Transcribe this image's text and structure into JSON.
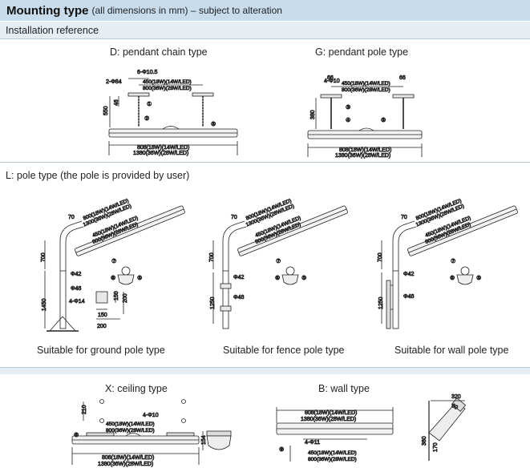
{
  "header": {
    "title": "Mounting type",
    "subtitle": "(all dimensions in mm) – subject to alteration"
  },
  "installation_reference": "Installation reference",
  "pendant_chain": {
    "title": "D: pendant chain type",
    "hole_size": "6-Φ10.5",
    "base_dia": "2-Φ84",
    "spacing_1": "450(18W)(14W/LED)",
    "spacing_2": "800(36W)(28W/LED)",
    "height_total": "550",
    "height_small": "46",
    "length_1": "808(18W)(14W/LED)",
    "length_2": "1380(36W)(28W/LED)",
    "markers": [
      "①",
      "②",
      "⑤"
    ]
  },
  "pendant_pole": {
    "title": "G: pendant pole type",
    "hole_size": "4-Φ10",
    "dim_a": "66",
    "dim_b": "66",
    "spacing_1": "450(18W)(14W/LED)",
    "spacing_2": "800(36W)(28W/LED)",
    "height": "380",
    "length_1": "808(18W)(14W/LED)",
    "length_2": "1380(36W)(28W/LED)",
    "markers": [
      "③",
      "④",
      "⑤"
    ]
  },
  "pole_section_label": "L: pole type (the pole is provided by user)",
  "pole_common": {
    "len_1": "800(18W)(14W/LED)",
    "len_2": "1300(36W)(28W/LED)",
    "len_3": "450(18W)(14W/LED)",
    "len_4": "800(36W)(28W/LED)",
    "angle": "70",
    "height": "700",
    "dia_42": "Φ42",
    "dia_48": "Φ48",
    "markers": [
      "⑦",
      "⑥",
      "⑤"
    ]
  },
  "pole_ground": {
    "caption": "Suitable for ground pole type",
    "pole_height": "1450",
    "holes": "4-Φ14",
    "base_a": "150",
    "base_b": "200",
    "base_c": "150",
    "base_d": "200"
  },
  "pole_fence": {
    "caption": "Suitable for fence pole type",
    "pole_height": "1250"
  },
  "pole_wall": {
    "caption": "Suitable for wall pole type",
    "pole_height": "1250"
  },
  "ceiling": {
    "title": "X: ceiling type",
    "height": "210",
    "holes": "4-Φ10",
    "spacing_1": "450(18W)(14W/LED)",
    "spacing_2": "800(36W)(28W/LED)",
    "length_1": "808(18W)(14W/LED)",
    "length_2": "1380(36W)(28W/LED)",
    "side_height": "154",
    "marker": "⑧"
  },
  "wall": {
    "title": "B: wall type",
    "length_1": "808(18W)(14W/LED)",
    "length_2": "1380(36W)(28W/LED)",
    "holes": "4-Φ11",
    "spacing_1": "450(18W)(14W/LED)",
    "spacing_2": "800(36W)(28W/LED)",
    "side_width": "320",
    "side_angle": "60",
    "side_height": "360",
    "side_small": "170",
    "marker": "⑨"
  },
  "colors": {
    "header_bg": "#c8dceb",
    "band_bg": "#e6eef5",
    "line": "#222222"
  }
}
